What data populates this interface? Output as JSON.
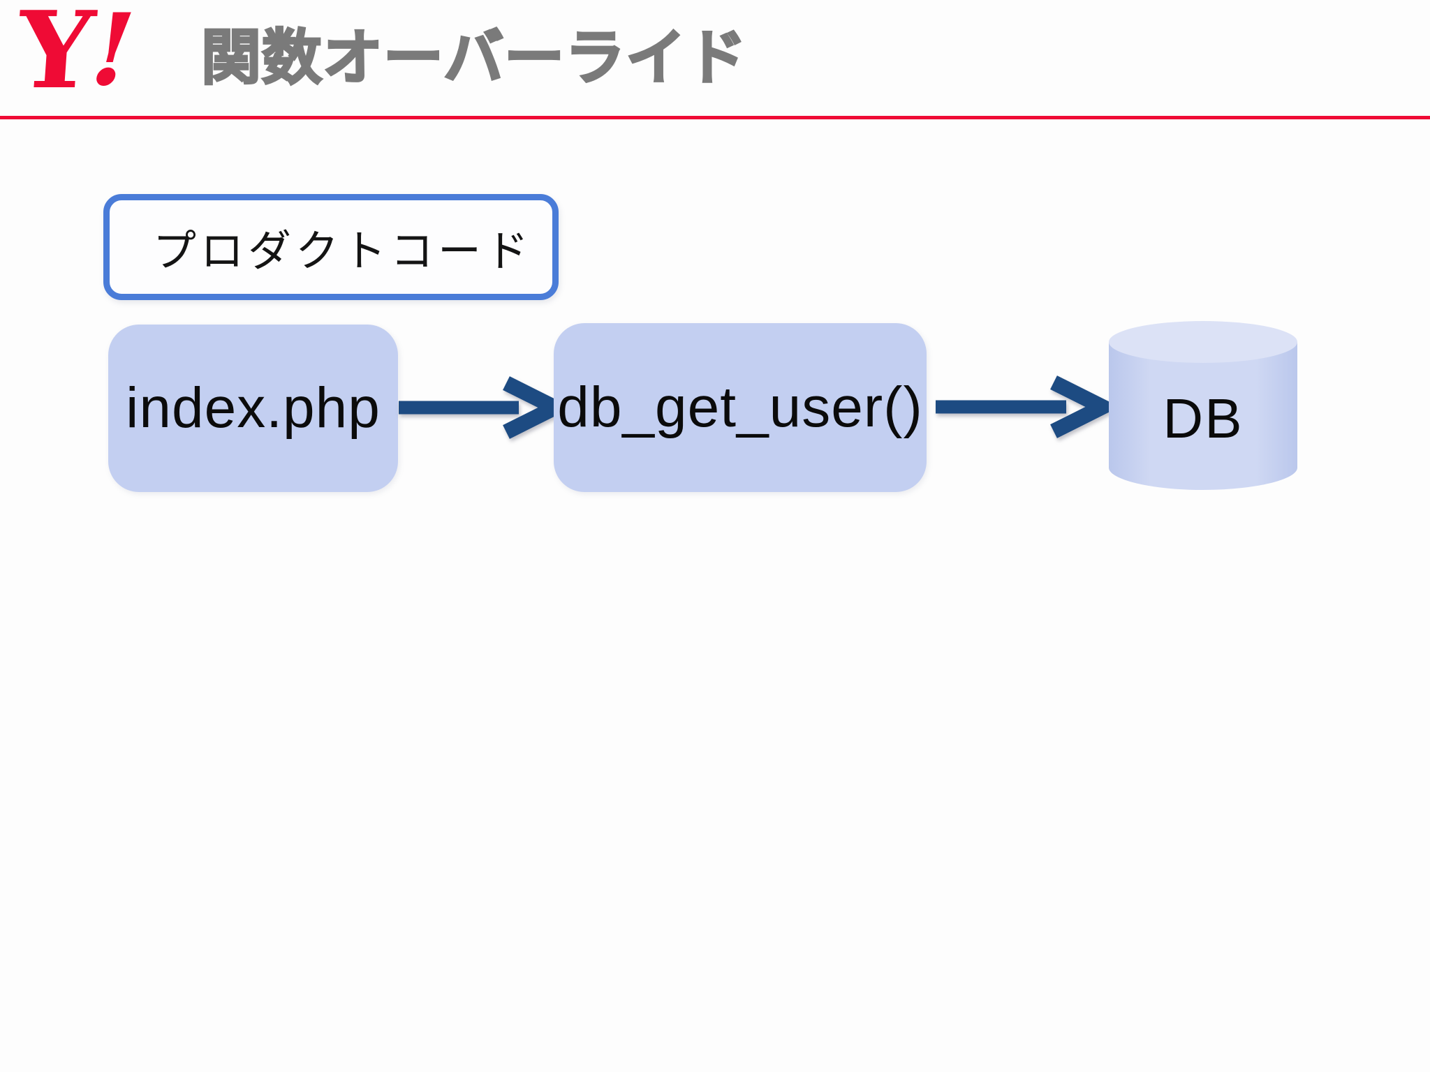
{
  "slide": {
    "logo": {
      "y": "Y",
      "exclamation": "!"
    },
    "title": "関数オーバーライド"
  },
  "diagram": {
    "context_label": "プロダクトコード",
    "nodes": [
      {
        "label": "index.php",
        "type": "box"
      },
      {
        "label": "db_get_user()",
        "type": "box"
      },
      {
        "label": "DB",
        "type": "cylinder"
      }
    ],
    "arrows": [
      {
        "from": "index.php",
        "to": "db_get_user()"
      },
      {
        "from": "db_get_user()",
        "to": "DB"
      }
    ]
  },
  "colors": {
    "accent_red": "#ef0b35",
    "title_gray": "#7a7a7a",
    "node_fill": "#c3cff1",
    "cylinder_body": "#cbd4f0",
    "cylinder_top": "#dce2f6",
    "arrow_blue": "#1d4b82",
    "label_border_blue": "#4a7cd8"
  }
}
